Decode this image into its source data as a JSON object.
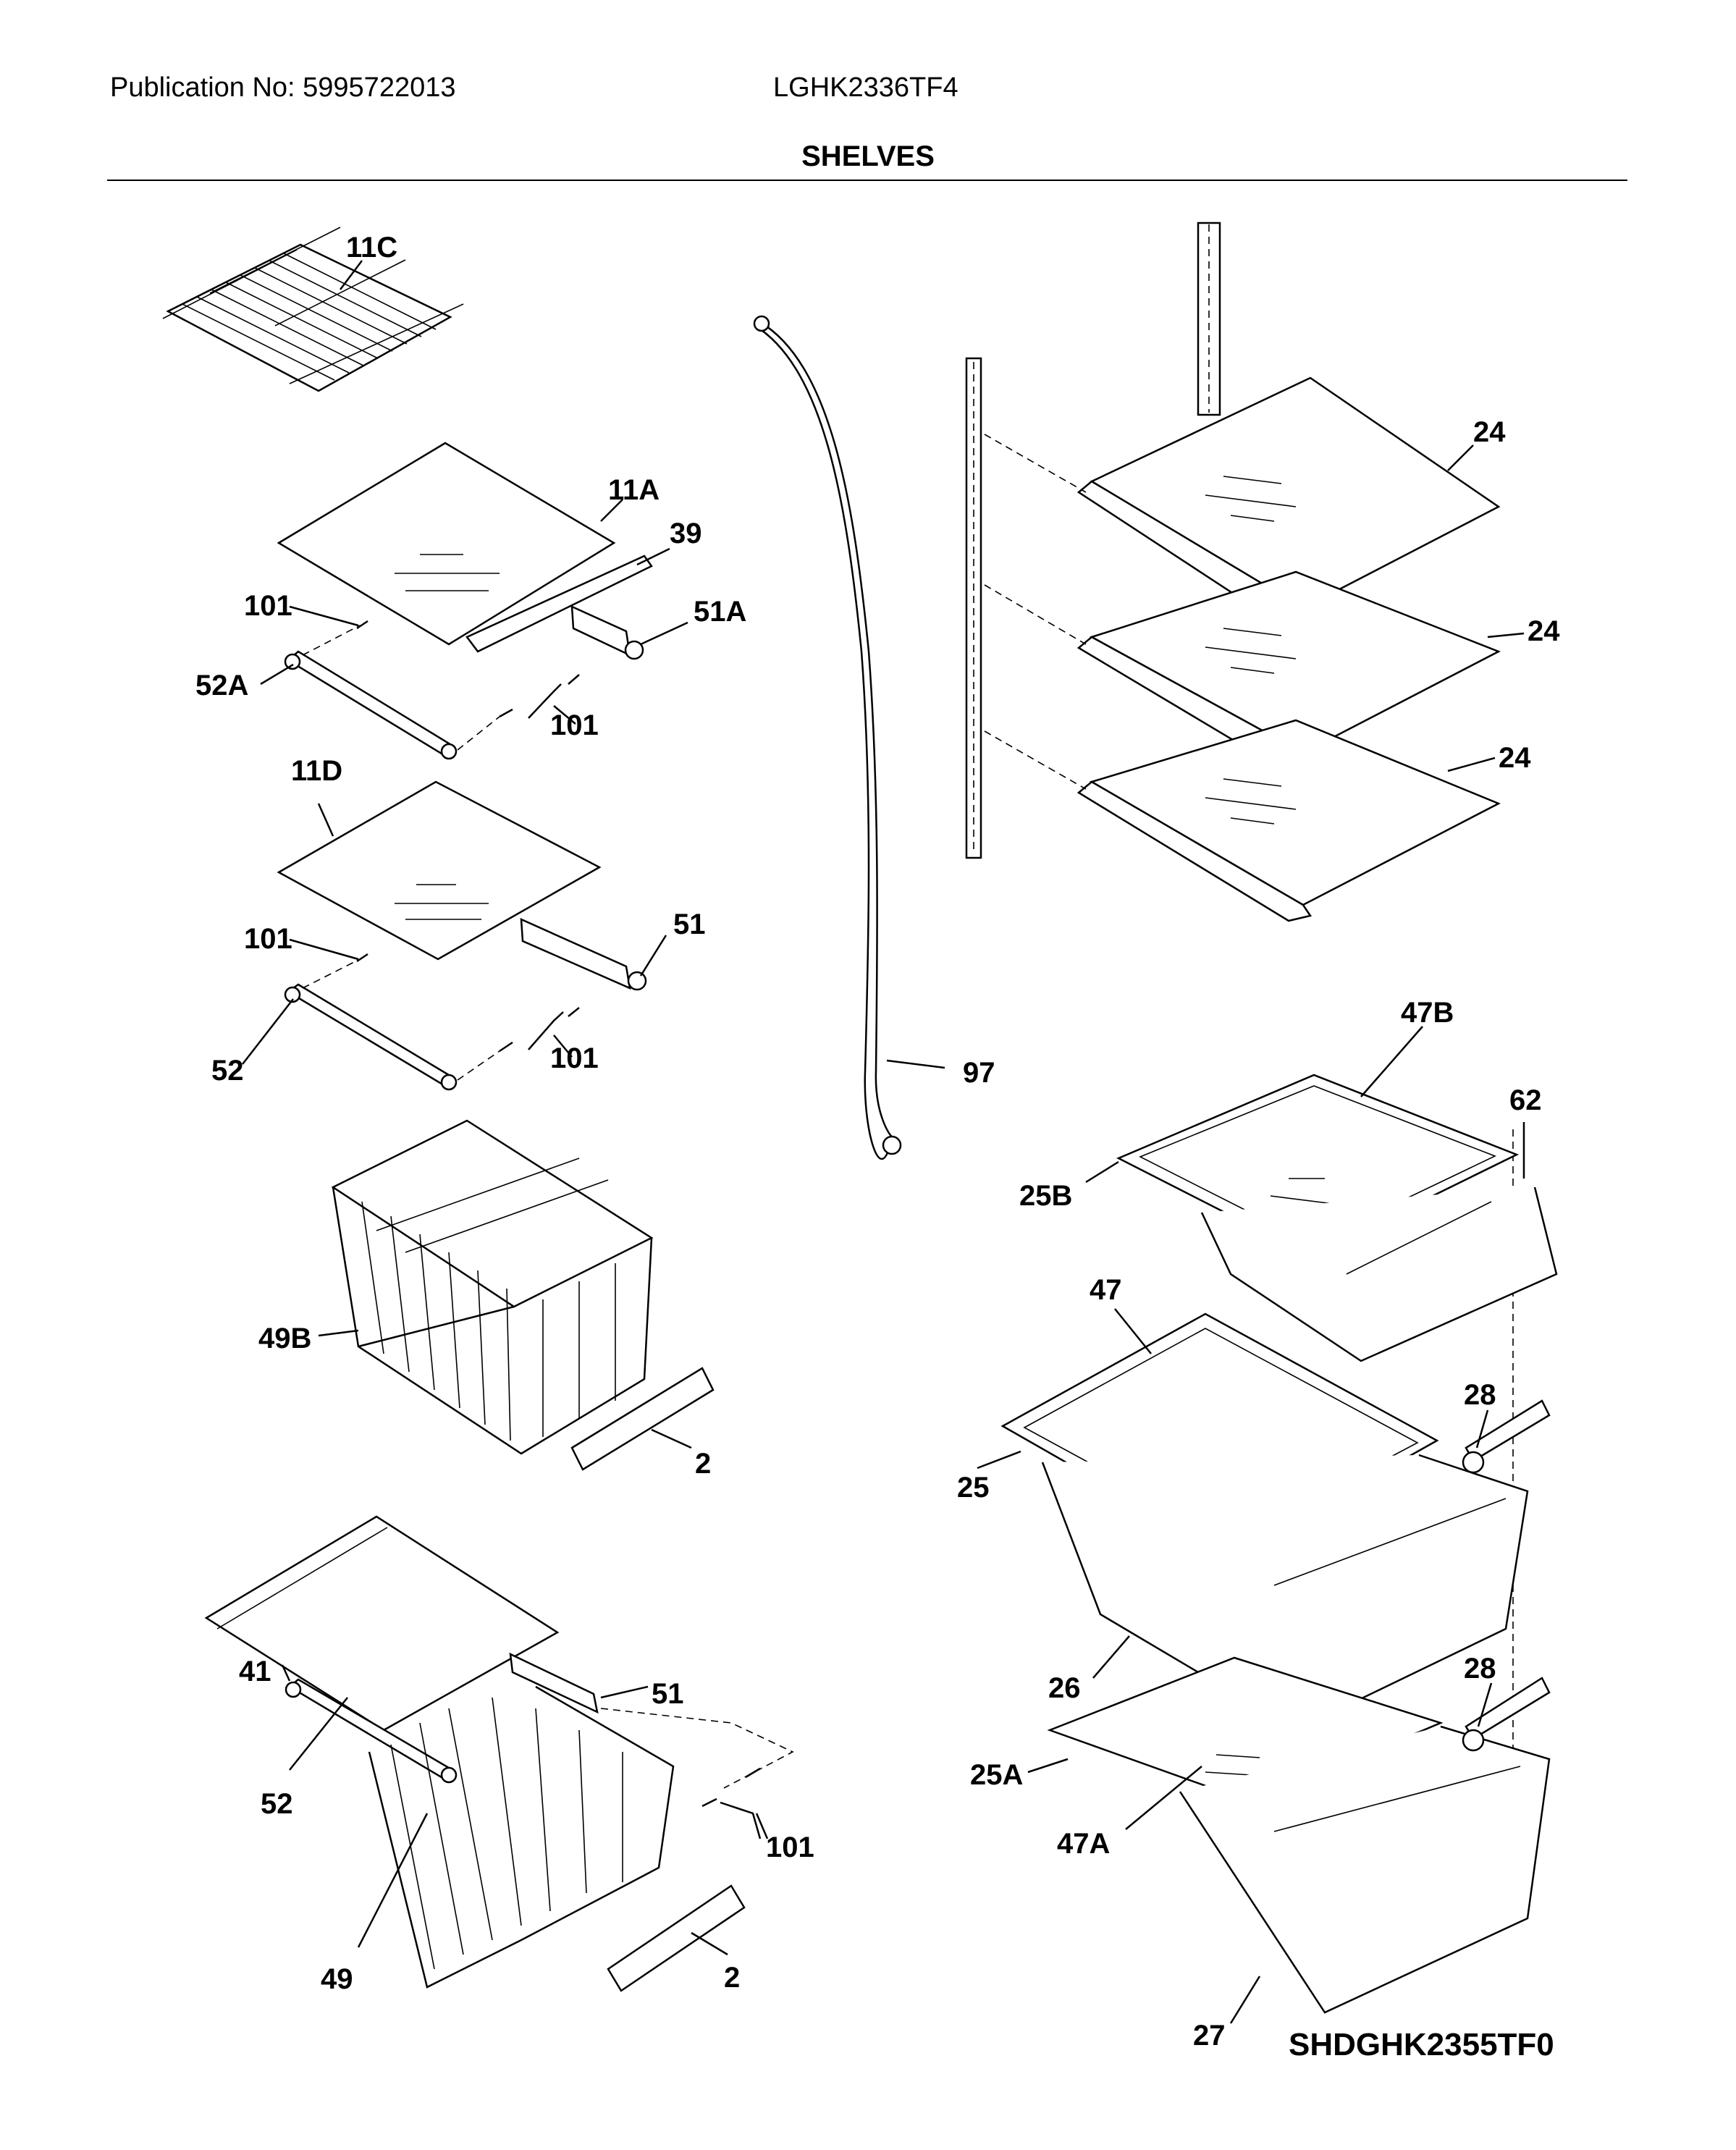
{
  "header": {
    "publication": "Publication No: 5995722013",
    "model": "LGHK2336TF4",
    "title": "SHELVES"
  },
  "callouts": {
    "c11C": "11C",
    "c11A": "11A",
    "c39": "39",
    "c101a": "101",
    "c51A": "51A",
    "c52A": "52A",
    "c101b": "101",
    "c11D": "11D",
    "c101c": "101",
    "c51": "51",
    "c52": "52",
    "c101d": "101",
    "c49B": "49B",
    "c2a": "2",
    "c41": "41",
    "c51b": "51",
    "c52b": "52",
    "c101e": "101",
    "c49": "49",
    "c2b": "2",
    "c97": "97",
    "c24a": "24",
    "c24b": "24",
    "c24c": "24",
    "c47B": "47B",
    "c62": "62",
    "c25B": "25B",
    "c47": "47",
    "c28a": "28",
    "c25": "25",
    "c26": "26",
    "c28b": "28",
    "c25A": "25A",
    "c47A": "47A",
    "c27": "27"
  },
  "footer": {
    "drawing_id": "SHDGHK2355TF0"
  }
}
